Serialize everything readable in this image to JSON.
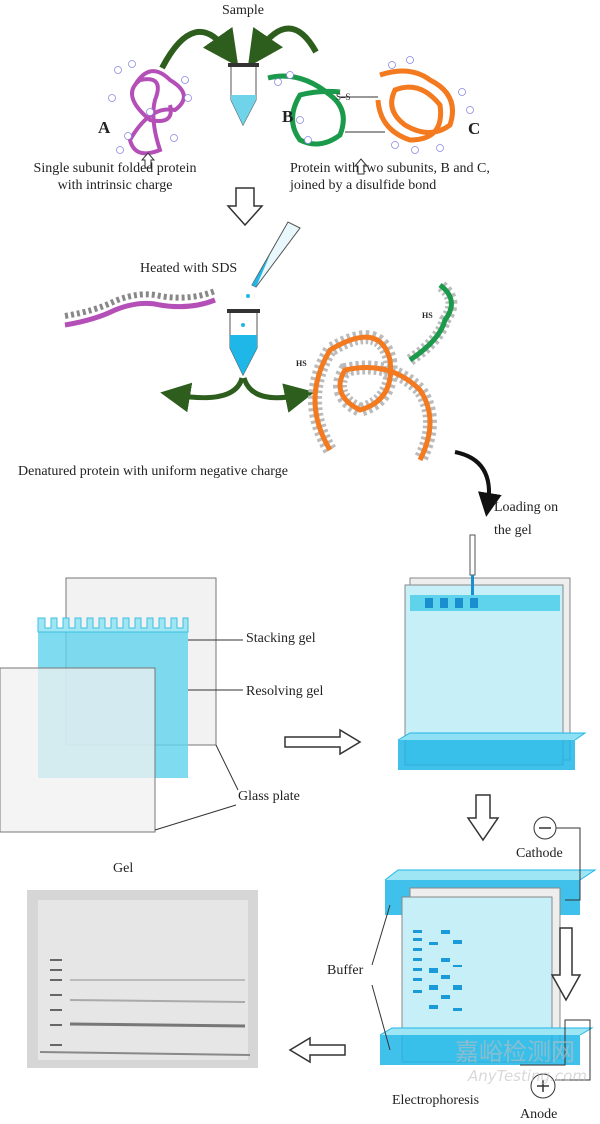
{
  "labels": {
    "sample": "Sample",
    "a": "A",
    "b": "B",
    "c": "C",
    "single_subunit_line1": "Single subunit folded protein",
    "single_subunit_line2": "with intrinsic charge",
    "two_subunits_line1": "Protein with two subunits, B and C,",
    "two_subunits_line2": "joined by a disulfide bond",
    "heated": "Heated with SDS",
    "denatured": "Denatured protein with uniform negative charge",
    "loading_line1": "Loading on",
    "loading_line2": "the gel",
    "stacking_gel": "Stacking gel",
    "resolving_gel": "Resolving gel",
    "glass_plate": "Glass plate",
    "gel": "Gel",
    "cathode": "Cathode",
    "buffer": "Buffer",
    "electrophoresis": "Electrophoresis",
    "anode": "Anode",
    "hs": "HS",
    "ss": "S–S"
  },
  "watermark": {
    "cn": "嘉峪检测网",
    "en": "AnyTesting.com"
  },
  "colors": {
    "gel_blue": "#5fd3ec",
    "buffer_blue": "#1fb6e8",
    "protein_a": "#b44fb8",
    "protein_b": "#1a9a4a",
    "protein_c": "#f47a20",
    "arrow_green": "#2e5e1e"
  }
}
